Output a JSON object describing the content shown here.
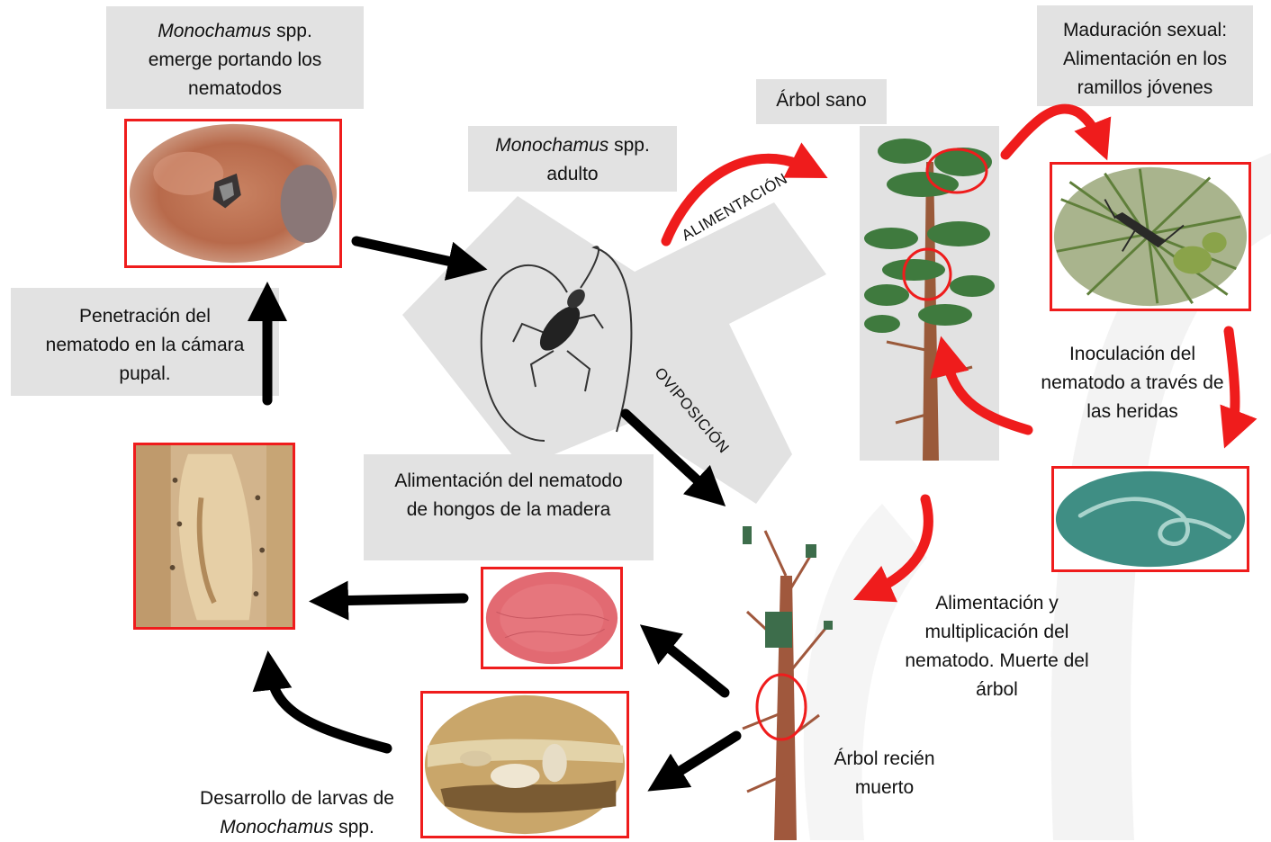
{
  "labels": {
    "emerge_italic": "Monochamus",
    "emerge_rest": " spp.",
    "emerge_line2": "emerge portando los",
    "emerge_line3": "nematodos",
    "adult_italic": "Monochamus",
    "adult_rest": " spp.",
    "adult_line2": "adulto",
    "healthy_tree": "Árbol sano",
    "maturation_line1": "Maduración sexual:",
    "maturation_line2": "Alimentación en los",
    "maturation_line3": "ramillos jóvenes",
    "penetration_line1": "Penetración del",
    "penetration_line2": "nematodo en la cámara",
    "penetration_line3": "pupal.",
    "inoculation_line1": "Inoculación del",
    "inoculation_line2": "nematodo a través de",
    "inoculation_line3": "las heridas",
    "fungi_line1": "Alimentación del nematodo",
    "fungi_line2": "de hongos de la madera",
    "multiplication_line1": "Alimentación y",
    "multiplication_line2": "multiplicación del",
    "multiplication_line3": "nematodo. Muerte del",
    "multiplication_line4": "árbol",
    "dead_tree_line1": "Árbol recién",
    "dead_tree_line2": "muerto",
    "larvae_line1": "Desarrollo de larvas de",
    "larvae_italic": "Monochamus",
    "larvae_rest": " spp.",
    "feeding_tag": "ALIMENTACIÓN",
    "oviposition_tag": "OVIPOSICIÓN"
  },
  "colors": {
    "red_arrow": "#ef1c1c",
    "black_arrow": "#000000",
    "label_box": "#e2e2e2",
    "photo_frame": "#ef1c1c"
  },
  "icons": [
    "beetle-icon",
    "healthy-pine-icon",
    "dead-pine-icon",
    "nematode-icon"
  ]
}
